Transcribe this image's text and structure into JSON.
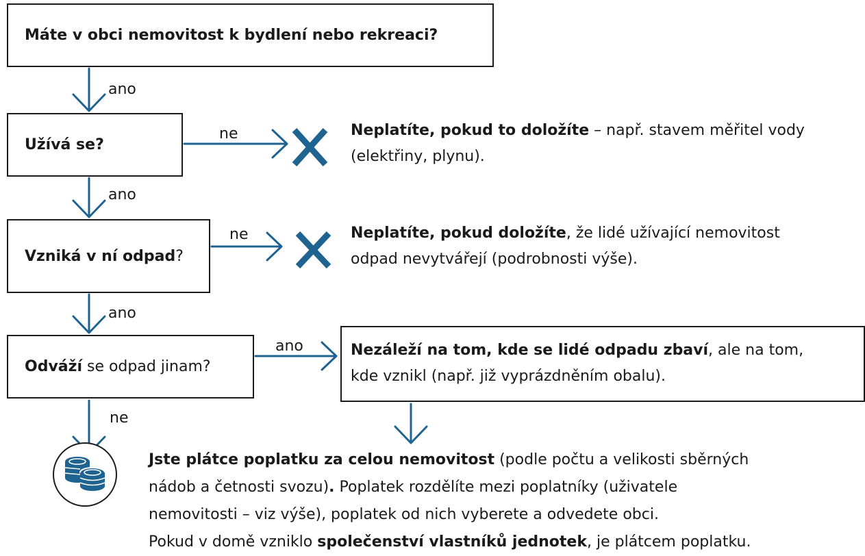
{
  "boxes": {
    "q1": {
      "bold": "Máte v obci nemovitost k bydlení nebo rekreaci?"
    },
    "q2": {
      "bold": "Užívá se?"
    },
    "q3": {
      "bold": "Vzniká v ní odpad",
      "rest": "?"
    },
    "q4": {
      "bold": "Odváží",
      "rest": " se odpad jinam?"
    }
  },
  "edge_labels": {
    "q1_q2": "ano",
    "q2_no": "ne",
    "q2_q3": "ano",
    "q3_no": "ne",
    "q3_q4": "ano",
    "q4_yes": "ano",
    "q4_no": "ne"
  },
  "notes": {
    "n1": {
      "bold": "Neplatíte, pokud to doložíte",
      "rest1": " – např. stavem měřitel vody",
      "line2": "(elektřiny, plynu)."
    },
    "n2": {
      "bold": "Neplatíte, pokud doložíte",
      "rest1": ", že lidé užívající nemovitost",
      "line2": "odpad nevytvářejí (podrobnosti výše)."
    },
    "n3": {
      "bold": "Nezáleží na tom, kde se lidé odpadu zbaví",
      "rest1": ", ale na tom,",
      "line2": "kde vznikl (např. již vyprázdněním obalu)."
    },
    "final": {
      "bold1": "Jste plátce poplatku za celou nemovitost",
      "rest1": " (podle počtu a velikosti sběrných",
      "line2a": "nádob a četnosti svozu)",
      "line2bold": ".",
      "line2b": " Poplatek rozdělíte mezi poplatníky (uživatele",
      "line3": "nemovitosti – viz výše), poplatek od nich vyberete a odvedete obci.",
      "line4a": "Pokud v domě vzniklo ",
      "line4bold": "společenství vlastníků jednotek",
      "line4b": ", je plátcem poplatku."
    }
  },
  "icons": [
    "x-mark-icon",
    "x-mark-icon",
    "coins-icon"
  ],
  "colors": {
    "arrow": "#1f6391",
    "text": "#1a1a1a",
    "border": "#1a1a1a"
  }
}
